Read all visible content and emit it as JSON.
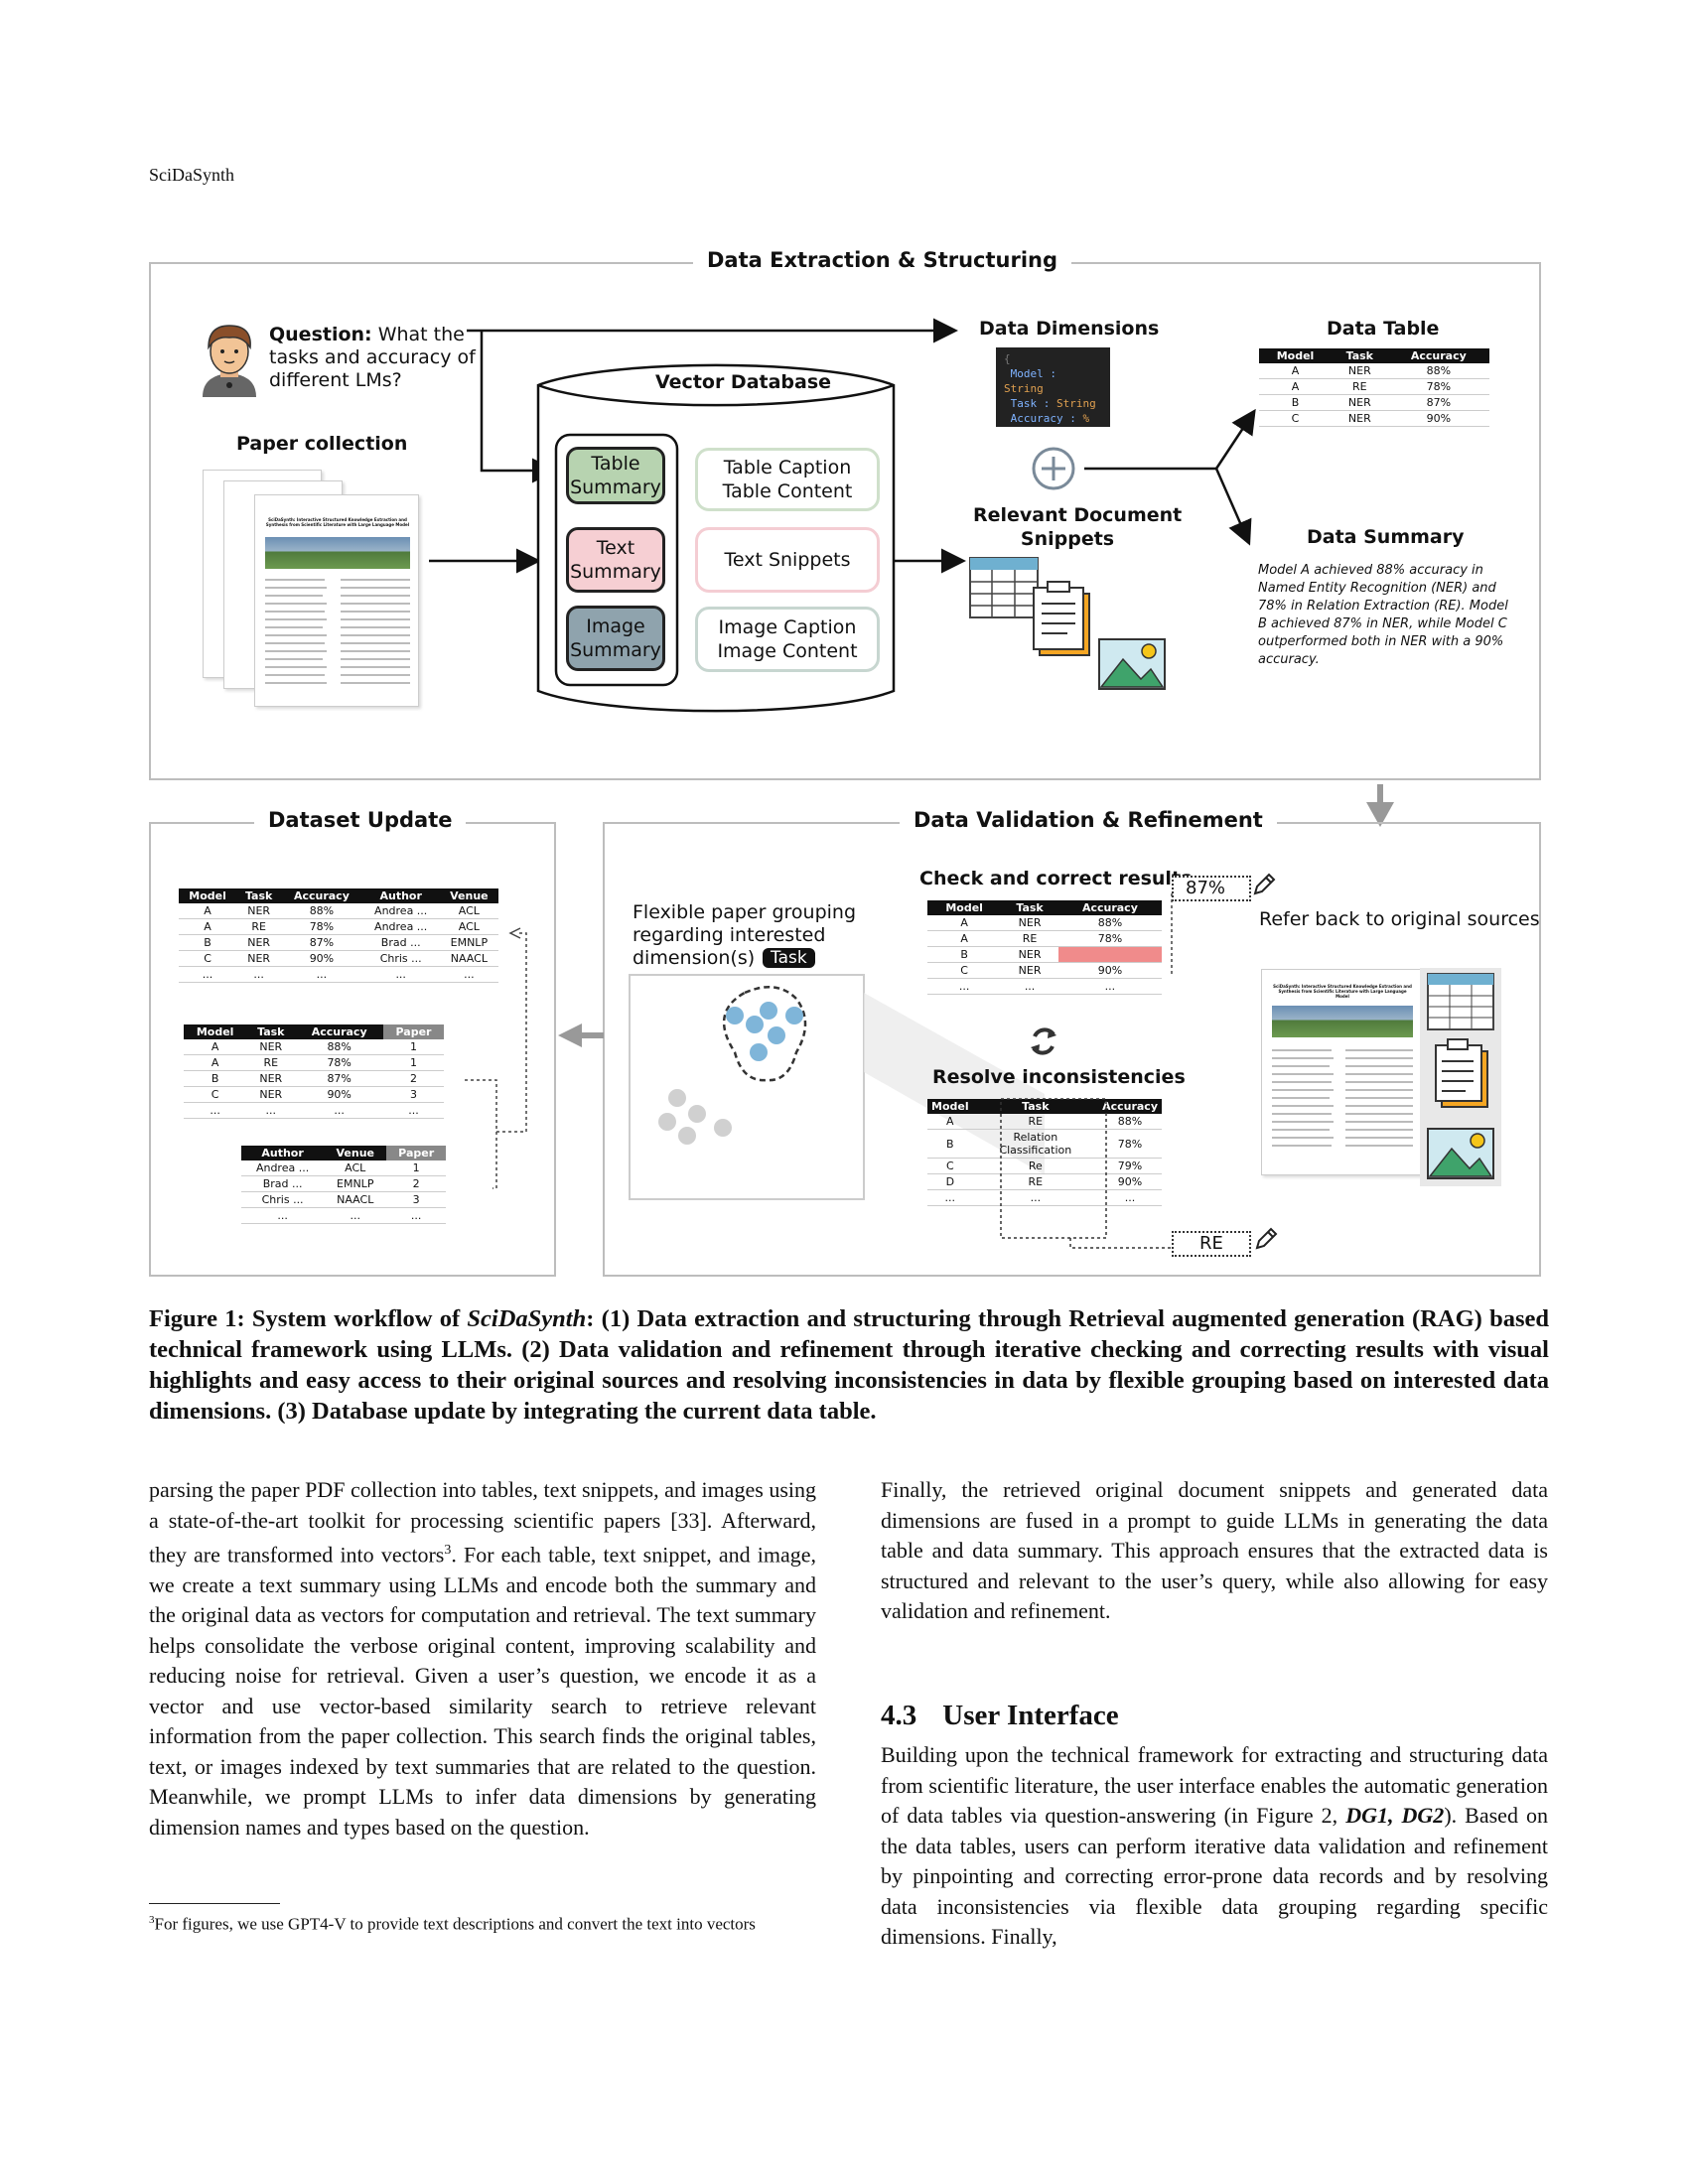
{
  "header": {
    "running_title": "SciDaSynth"
  },
  "figure": {
    "extraction": {
      "title": "Data Extraction & Structuring",
      "question_label": "Question:",
      "question_text": [
        "What the",
        "tasks and accuracy of",
        "different LMs?"
      ],
      "paper_collection": "Paper collection",
      "paper_thumb_title": "SciDaSynth: Interactive Structured Knowledge Extraction and Synthesis from Scientific Literature with Large Language Model",
      "vector_db": "Vector Database",
      "summaries": [
        {
          "label": [
            "Table",
            "Summary"
          ],
          "color": "#b7d3b0"
        },
        {
          "label": [
            "Text",
            "Summary"
          ],
          "color": "#f6cfd3"
        },
        {
          "label": [
            "Image",
            "Summary"
          ],
          "color": "#8fa3ad"
        }
      ],
      "contents": [
        {
          "label": [
            "Table Caption",
            "Table Content"
          ],
          "border": "#cfe0cb"
        },
        {
          "label": [
            "Text Snippets"
          ],
          "border": "#f4cdd3"
        },
        {
          "label": [
            "Image Caption",
            "Image Content"
          ],
          "border": "#c7d6d0"
        }
      ],
      "data_dimensions": "Data Dimensions",
      "code_lines": [
        {
          "key": "Model",
          "type": "String"
        },
        {
          "key": "Task",
          "type": "String"
        },
        {
          "key": "Accuracy",
          "type": "%"
        }
      ],
      "relevant_snippets": [
        "Relevant Document",
        "Snippets"
      ],
      "data_table_title": "Data Table",
      "data_table": {
        "headers": [
          "Model",
          "Task",
          "Accuracy"
        ],
        "rows": [
          [
            "A",
            "NER",
            "88%"
          ],
          [
            "A",
            "RE",
            "78%"
          ],
          [
            "B",
            "NER",
            "87%"
          ],
          [
            "C",
            "NER",
            "90%"
          ]
        ]
      },
      "data_summary_title": "Data Summary",
      "data_summary_lines": [
        "Model A achieved 88% accuracy in",
        "Named Entity Recognition (NER) and",
        "78%  in Relation Extraction (RE). Model",
        "B achieved 87% in NER, while Model C",
        "outperformed both in NER with a 90%",
        "accuracy."
      ]
    },
    "update": {
      "title": "Dataset Update",
      "table1": {
        "headers": [
          "Model",
          "Task",
          "Accuracy",
          "Author",
          "Venue"
        ],
        "rows": [
          [
            "A",
            "NER",
            "88%",
            "Andrea ...",
            "ACL"
          ],
          [
            "A",
            "RE",
            "78%",
            "Andrea ...",
            "ACL"
          ],
          [
            "B",
            "NER",
            "87%",
            "Brad ...",
            "EMNLP"
          ],
          [
            "C",
            "NER",
            "90%",
            "Chris ...",
            "NAACL"
          ],
          [
            "...",
            "...",
            "...",
            "...",
            "..."
          ]
        ]
      },
      "table2": {
        "headers": [
          "Model",
          "Task",
          "Accuracy",
          "Paper"
        ],
        "rows": [
          [
            "A",
            "NER",
            "88%",
            "1"
          ],
          [
            "A",
            "RE",
            "78%",
            "1"
          ],
          [
            "B",
            "NER",
            "87%",
            "2"
          ],
          [
            "C",
            "NER",
            "90%",
            "3"
          ],
          [
            "...",
            "...",
            "...",
            "..."
          ]
        ]
      },
      "table3": {
        "headers": [
          "Author",
          "Venue",
          "Paper"
        ],
        "rows": [
          [
            "Andrea ...",
            "ACL",
            "1"
          ],
          [
            "Brad ...",
            "EMNLP",
            "2"
          ],
          [
            "Chris ...",
            "NAACL",
            "3"
          ],
          [
            "...",
            "...",
            "..."
          ]
        ]
      }
    },
    "validation": {
      "title": "Data Validation & Refinement",
      "grouping_text": [
        "Flexible paper grouping",
        "regarding interested",
        "dimension(s)"
      ],
      "task_badge": "Task",
      "check_title": "Check and correct results",
      "edit_value_1": "87%",
      "refer_back": "Refer back to original sources",
      "check_table": {
        "headers": [
          "Model",
          "Task",
          "Accuracy"
        ],
        "rows": [
          [
            "A",
            "NER",
            "88%"
          ],
          [
            "A",
            "RE",
            "78%"
          ],
          [
            "B",
            "NER",
            ""
          ],
          [
            "C",
            "NER",
            "90%"
          ],
          [
            "...",
            "...",
            "..."
          ]
        ]
      },
      "highlight_color": "#f08b8b",
      "resolve_title": "Resolve inconsistencies",
      "resolve_table": {
        "headers": [
          "Model",
          "Task",
          "Accuracy"
        ],
        "rows": [
          [
            "A",
            "RE",
            "88%"
          ],
          [
            "B",
            "Relation Classification",
            "78%"
          ],
          [
            "C",
            "Re",
            "79%"
          ],
          [
            "D",
            "RE",
            "90%"
          ],
          [
            "...",
            "...",
            "..."
          ]
        ]
      },
      "edit_value_2": "RE"
    },
    "caption": {
      "prefix": "Figure 1: System workflow of ",
      "system": "SciDaSynth",
      "rest": ": (1) Data extraction and structuring through Retrieval augmented generation (RAG) based technical framework using LLMs. (2) Data validation and refinement through iterative checking and correcting results with visual highlights and easy access to their original sources and resolving inconsistencies in data by flexible grouping based on interested data dimensions. (3) Database update by integrating the current data table."
    }
  },
  "body": {
    "left_p1": "parsing the paper PDF collection into tables, text snippets, and images using a state-of-the-art toolkit for processing scientific papers [33]. Afterward, they are transformed into vectors",
    "footnote_mark": "3",
    "left_p2": ". For each table, text snippet, and image, we create a text summary using LLMs and encode both the summary and the original data as vectors for computation and retrieval. The text summary helps consolidate the verbose original content, improving scalability and reducing noise for retrieval. Given a user’s question, we encode it as a vector and use vector-based similarity search to retrieve relevant information from the paper collection. This search finds the original tables, text, or images indexed by text summaries that are related to the question. Meanwhile, we prompt LLMs to infer data dimensions by generating dimension names and types based on the question.",
    "footnote": "For figures, we use GPT4-V to provide text descriptions and convert the text into vectors",
    "right_p1": "Finally, the retrieved original document snippets and generated data dimensions are fused in a prompt to guide LLMs in generating the data table and data summary. This approach ensures that the extracted data is structured and relevant to the user’s query, while also allowing for easy validation and refinement.",
    "section_number": "4.3",
    "section_title": "User Interface",
    "right_p2a": "Building upon the technical framework for extracting and structuring data from scientific literature, the user interface enables the automatic generation of data tables via question-answering (in Figure 2, ",
    "right_p2_dg": "DG1, DG2",
    "right_p2b": "). Based on the data tables, users can perform iterative data validation and refinement by pinpointing and correcting error-prone data records and by resolving data inconsistencies via flexible data grouping regarding specific dimensions. Finally,"
  }
}
